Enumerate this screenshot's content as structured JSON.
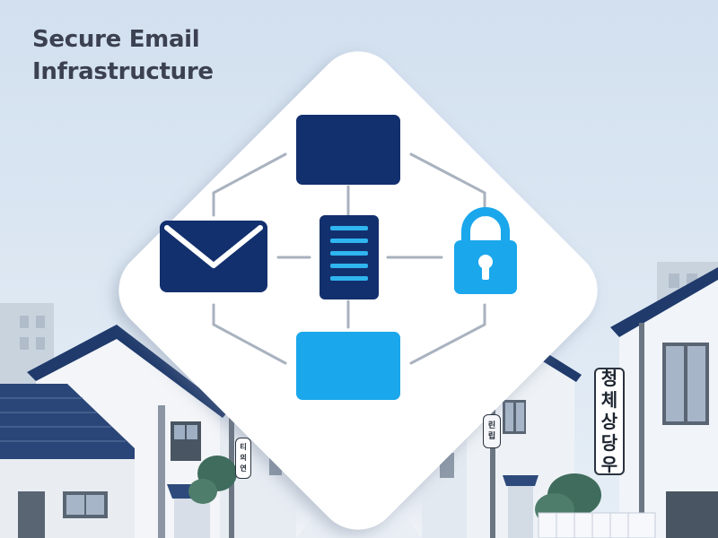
{
  "heading": {
    "line1": "Secure Email",
    "line2": "Infrastructure"
  },
  "icons": [
    "envelope-icon",
    "server-icon",
    "lock-icon",
    "monitor-icon"
  ],
  "signs": {
    "right_large": [
      "청",
      "체",
      "상",
      "당",
      "우"
    ],
    "right_small": [
      "린",
      "립"
    ],
    "left_small": [
      "티",
      "의",
      "연"
    ]
  },
  "colors": {
    "sky": "#d6e3f0",
    "navy": "#13306e",
    "accent_blue": "#1aa7ec",
    "title_text": "#3b4150",
    "card": "#ffffff",
    "connector": "#a9b2bf"
  }
}
